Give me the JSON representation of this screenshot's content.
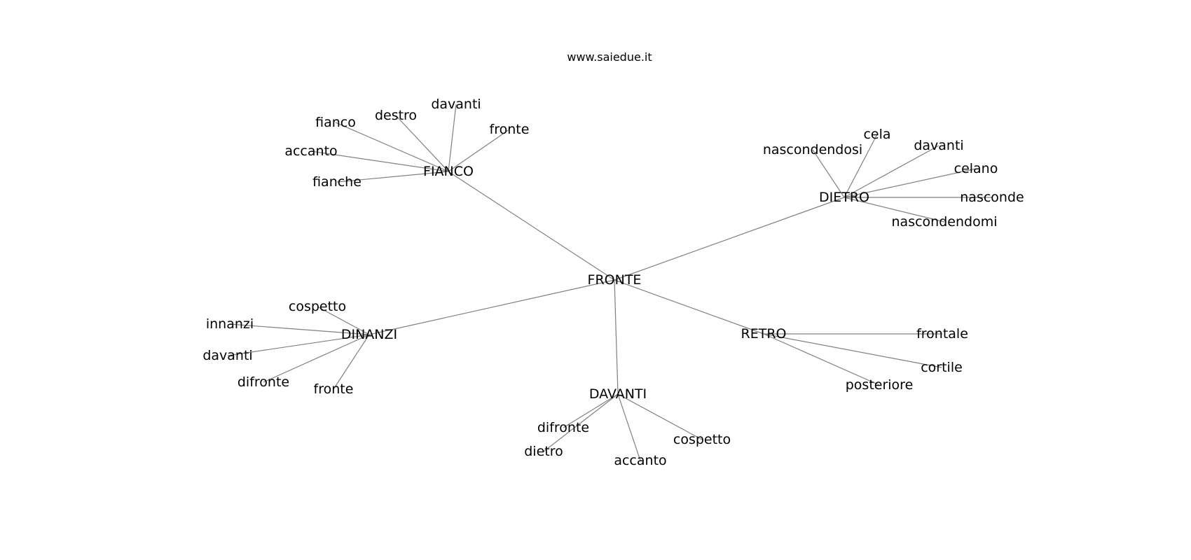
{
  "site": "www.saiedue.it",
  "colors": {
    "edge": "#808080",
    "text": "#000000",
    "background": "#ffffff"
  },
  "center": "FRONTE",
  "groups": [
    {
      "label": "FIANCO",
      "words": [
        "fianco",
        "destro",
        "davanti",
        "fronte",
        "accanto",
        "fianche"
      ]
    },
    {
      "label": "DIETRO",
      "words": [
        "nascondendosi",
        "cela",
        "davanti",
        "celano",
        "nasconde",
        "nascondendomi"
      ]
    },
    {
      "label": "DINANZI",
      "words": [
        "cospetto",
        "innanzi",
        "davanti",
        "difronte",
        "fronte"
      ]
    },
    {
      "label": "RETRO",
      "words": [
        "frontale",
        "cortile",
        "posteriore"
      ]
    },
    {
      "label": "DAVANTI",
      "words": [
        "difronte",
        "dietro",
        "accanto",
        "cospetto"
      ]
    }
  ]
}
